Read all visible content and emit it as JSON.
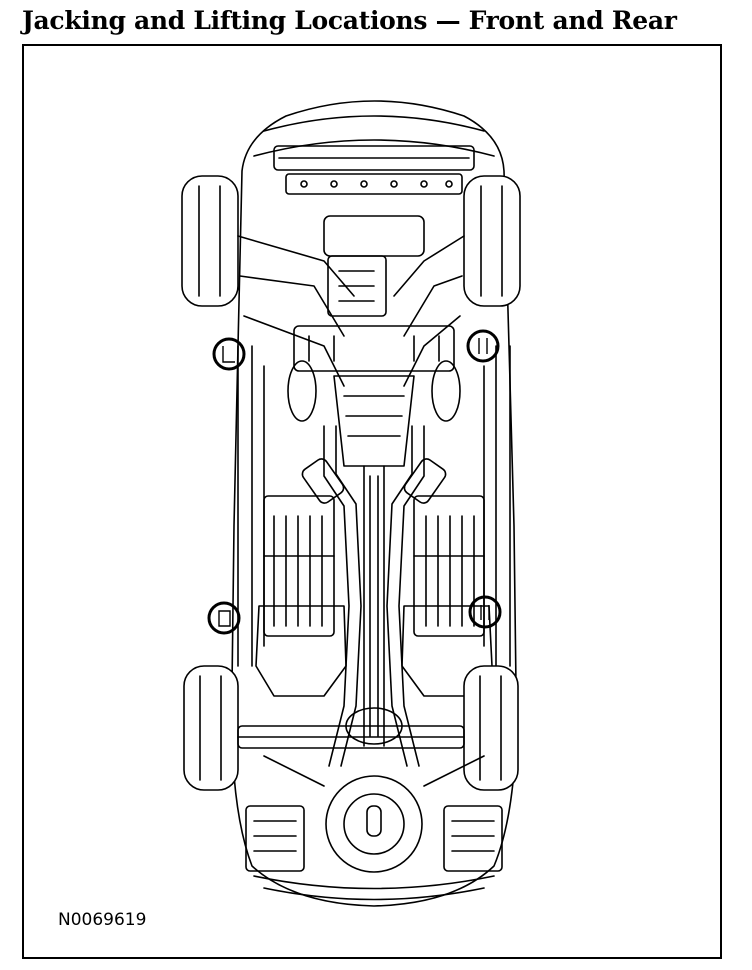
{
  "title": "Jacking and Lifting Locations — Front and Rear",
  "figure_id": "N0069619",
  "colors": {
    "line": "#000000",
    "background": "#ffffff"
  },
  "markers": [
    {
      "name": "front-left-lift-point"
    },
    {
      "name": "front-right-lift-point"
    },
    {
      "name": "rear-left-lift-point"
    },
    {
      "name": "rear-right-lift-point"
    }
  ]
}
